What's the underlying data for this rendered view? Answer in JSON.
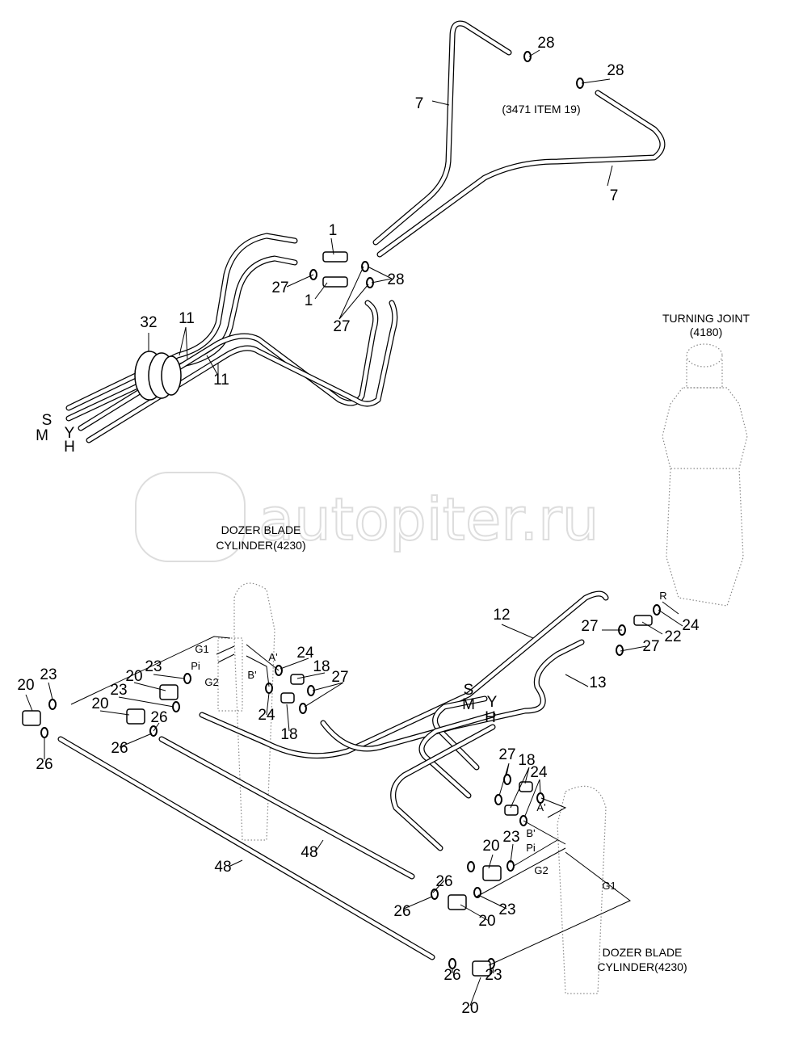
{
  "title": "Hydraulic piping - dozer blade / turning joint",
  "watermark": "autopiter.ru",
  "captions": {
    "ref_3471": "(3471 ITEM 19)",
    "turning_joint": "TURNING JOINT",
    "turning_joint_ref": "(4180)",
    "dozer_left_1": "DOZER BLADE",
    "dozer_left_2": "CYLINDER(4230)",
    "dozer_right_1": "DOZER BLADE",
    "dozer_right_2": "CYLINDER(4230)"
  },
  "ports": [
    "S",
    "M",
    "Y",
    "H",
    "S",
    "M",
    "Y",
    "H",
    "R",
    "G1",
    "Pi",
    "G2",
    "A'",
    "B'",
    "A'",
    "B'",
    "Pi",
    "G2",
    "G1"
  ],
  "parts": [
    "28",
    "28",
    "7",
    "7",
    "1",
    "27",
    "1",
    "28",
    "27",
    "32",
    "11",
    "11",
    "12",
    "27",
    "22",
    "24",
    "27",
    "13",
    "24",
    "18",
    "27",
    "24",
    "18",
    "23",
    "20",
    "26",
    "23",
    "20",
    "23",
    "20",
    "26",
    "26",
    "27",
    "18",
    "24",
    "23",
    "20",
    "26",
    "26",
    "20",
    "23",
    "48",
    "48",
    "26",
    "20",
    "23"
  ]
}
